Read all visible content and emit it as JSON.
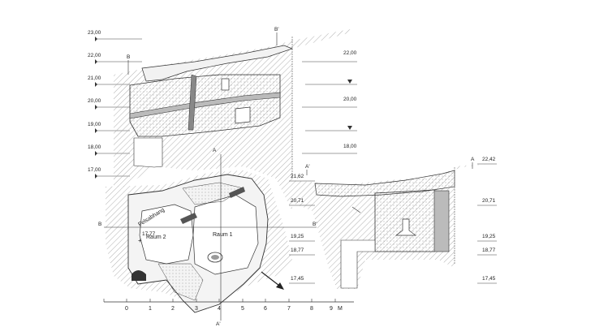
{
  "left_elevations": [
    "23,00",
    "22,00",
    "21,00",
    "20,00",
    "19,00",
    "18,00",
    "17,00"
  ],
  "right_upper_elevations": [
    "22,00",
    "20,00",
    "18,00"
  ],
  "right_lower_elevations_left": [
    "21,62",
    "20,71",
    "19,25",
    "18,77",
    "17,45"
  ],
  "right_lower_elevations_right": [
    "22,42",
    "20,71",
    "19,25",
    "18,77",
    "17,45"
  ],
  "section_letters": {
    "b": "B",
    "b_prime": "B'",
    "a": "A",
    "a_prime": "A'",
    "a_bottom": "A'",
    "b_right": "B'",
    "b_left": "B",
    "a_right": "A",
    "a_prime_right": "A'"
  },
  "rooms": {
    "raum1": "Raum 1",
    "raum2": "Raum 2",
    "felsabhang": "Felsabhang",
    "point": "17,77"
  },
  "scale_bar": {
    "ticks": [
      "0",
      "1",
      "2",
      "3",
      "4",
      "5",
      "6",
      "7",
      "8",
      "9"
    ],
    "unit": "M"
  },
  "colors": {
    "ink": "#222222",
    "hatch": "#9a9a9a",
    "light": "#d8d8d8"
  }
}
